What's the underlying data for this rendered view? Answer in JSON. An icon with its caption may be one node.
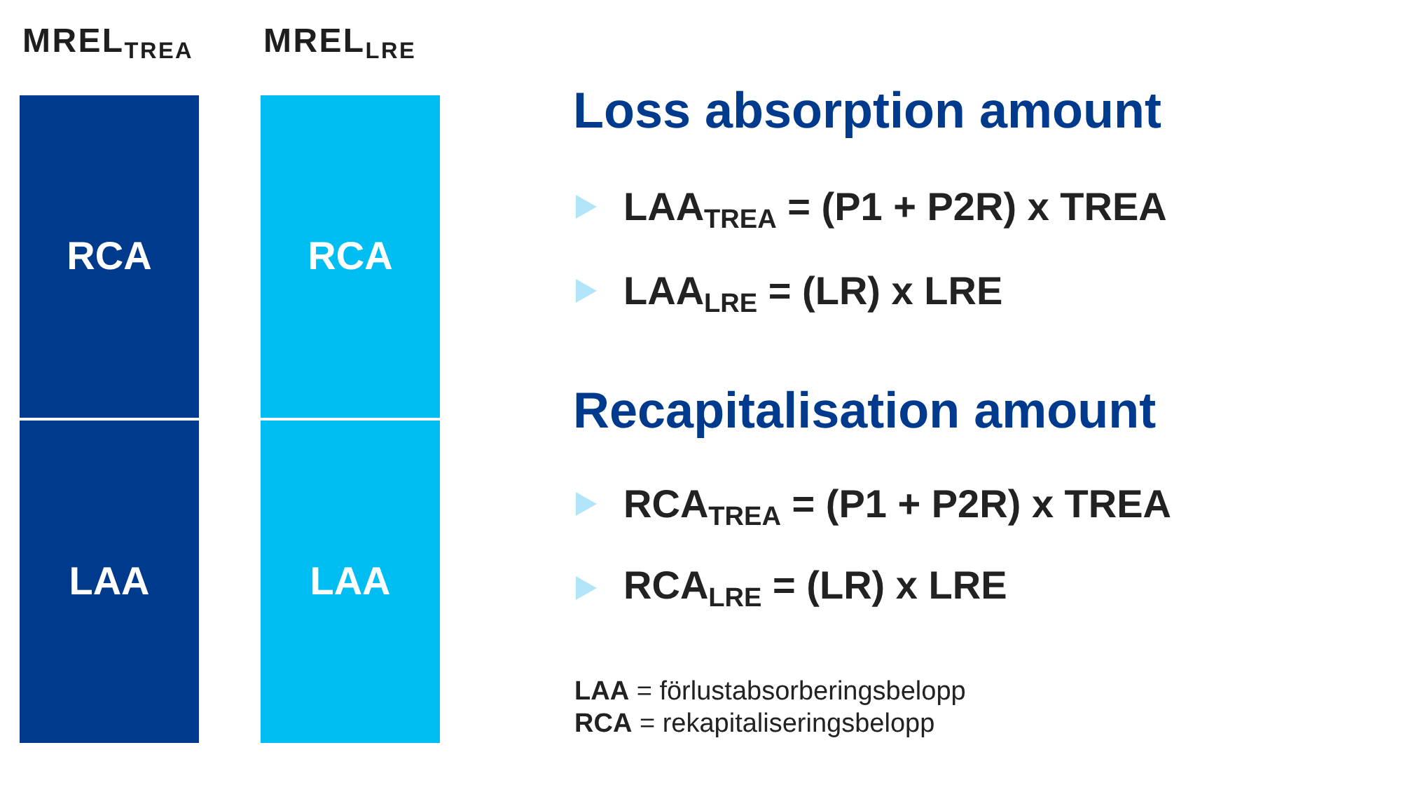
{
  "diagram": {
    "nodes": [
      {
        "text": [
          "MREL$_{TREA}$"
        ]
      },
      {
        "text": [
          "RCA"
        ],
        "in": 0
      },
      {
        "text": [
          "LAA"
        ],
        "in": 0
      },
      {
        "text": [
          "MREL$_{LRE}$"
        ]
      },
      {
        "text": [
          "RCA"
        ],
        "in": 3
      },
      {
        "text": [
          "LAA"
        ],
        "in": 3
      }
    ],
    "labels": [
      "Loss absorption amount",
      "LAA$_{TREA}$ = (P1 + P2R) x TREA",
      "LAA$_{LRE}$ = (LR) x LRE",
      "Recapitalisation amount",
      "RCA$_{TREA}$ = (P1 + P2R) x TREA",
      "RCA$_{LRE}$ = (LR) x LRE",
      "**LAA** = förlustabsorberingsbelopp",
      "**RCA** = rekapitaliseringsbelopp"
    ]
  }
}
